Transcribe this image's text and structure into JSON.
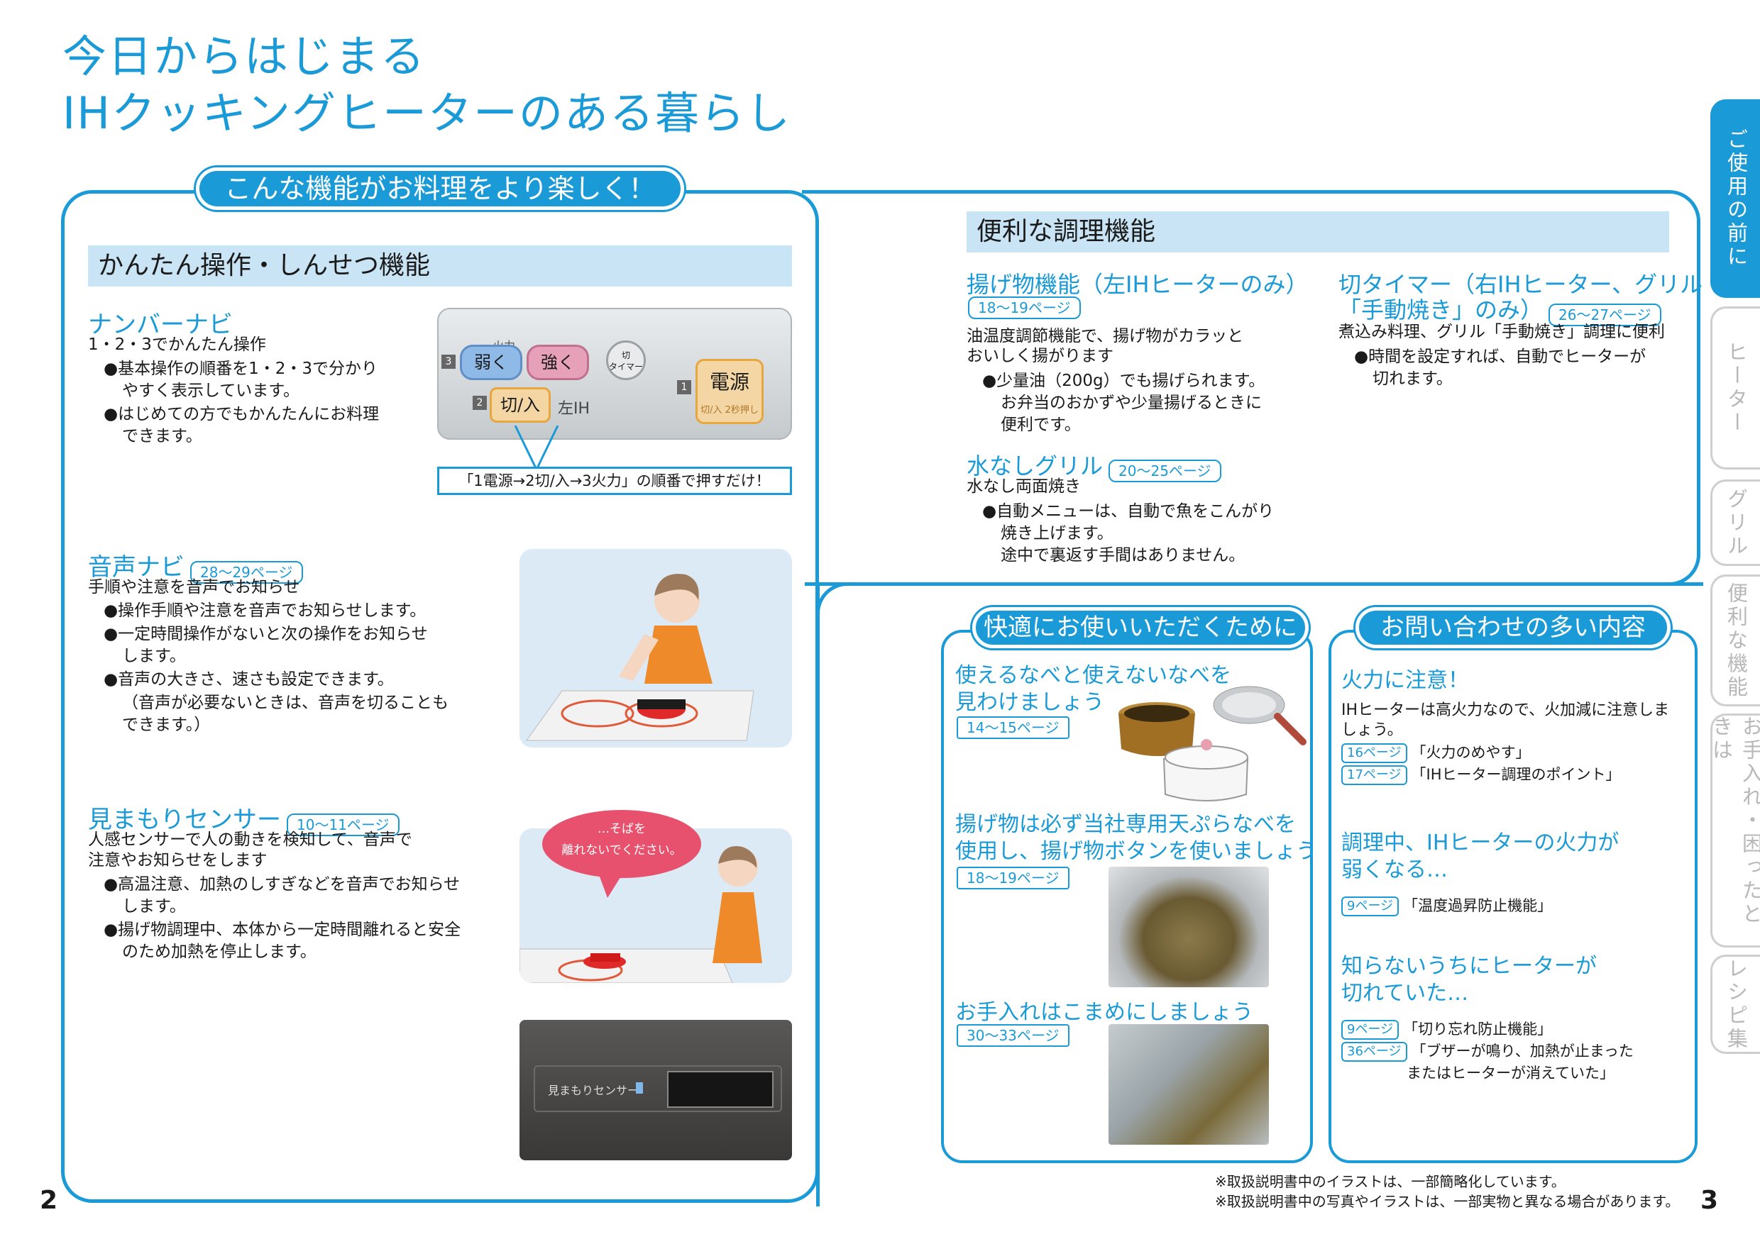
{
  "title_line1": "今日からはじまる",
  "title_line2": "IHクッキングヒーターのある暮らし",
  "banner": "こんな機能がお料理をより楽しく！",
  "left": {
    "section_title": "かんたん操作・しんせつ機能",
    "number_navi": {
      "heading": "ナンバーナビ",
      "lead": "1・2・3でかんたん操作",
      "bullets": [
        "●基本操作の順番を1・2・3で分かり",
        "やすく表示しています。",
        "●はじめての方でもかんたんにお料理",
        "できます。"
      ]
    },
    "panel": {
      "fire_label": "火力",
      "weak": "弱く",
      "strong": "強く",
      "num3": "3",
      "num2": "2",
      "num1": "1",
      "timer": "切\nタイマー",
      "onoff": "切/入",
      "ih_label": "左IH",
      "power": "電源",
      "power_sub": "切/入 2秒押し",
      "callout": "「1電源→2切/入→3火力」の順番で押すだけ！"
    },
    "voice_navi": {
      "heading": "音声ナビ",
      "page": "28〜29ページ",
      "lead": "手順や注意を音声でお知らせ",
      "bullets": [
        "●操作手順や注意を音声でお知らせします。",
        "●一定時間操作がないと次の操作をお知らせ",
        "します。",
        "●音声の大きさ、速さも設定できます。",
        "（音声が必要ないときは、音声を切ることも",
        "できます。）"
      ]
    },
    "sensor": {
      "heading": "見まもりセンサー",
      "page": "10〜11ページ",
      "lead1": "人感センサーで人の動きを検知して、音声で",
      "lead2": "注意やお知らせをします",
      "bullets": [
        "●高温注意、加熱のしすぎなどを音声でお知らせ",
        "します。",
        "●揚げ物調理中、本体から一定時間離れると安全",
        "のため加熱を停止します。"
      ],
      "speech": "…そばを\n離れないでください。",
      "device_label": "見まもりセンサー"
    }
  },
  "right": {
    "section_title": "便利な調理機能",
    "fry": {
      "heading": "揚げ物機能（左IHヒーターのみ）",
      "page": "18〜19ページ",
      "lead1": "油温度調節機能で、揚げ物がカラッと",
      "lead2": "おいしく揚がります",
      "bullets": [
        "●少量油（200g）でも揚げられます。",
        "お弁当のおかずや少量揚げるときに",
        "便利です。"
      ]
    },
    "timer": {
      "heading1": "切タイマー（右IHヒーター、グリル",
      "heading2": "「手動焼き」のみ）",
      "page": "26〜27ページ",
      "lead": "煮込み料理、グリル「手動焼き」調理に便利",
      "bullets": [
        "●時間を設定すれば、自動でヒーターが",
        "切れます。"
      ]
    },
    "grill": {
      "heading": "水なしグリル",
      "page": "20〜25ページ",
      "lead": "水なし両面焼き",
      "bullets": [
        "●自動メニューは、自動で魚をこんがり",
        "焼き上げます。",
        "途中で裏返す手間はありません。"
      ]
    },
    "comfort": {
      "banner": "快適にお使いいただくために",
      "item1_line1": "使えるなべと使えないなべを",
      "item1_line2": "見わけましょう",
      "item1_page": "14〜15ページ",
      "item2_line1": "揚げ物は必ず当社専用天ぷらなべを",
      "item2_line2": "使用し、揚げ物ボタンを使いましょう",
      "item2_page": "18〜19ページ",
      "item3": "お手入れはこまめにしましょう",
      "item3_page": "30〜33ページ"
    },
    "faq": {
      "banner": "お問い合わせの多い内容",
      "q1": "火力に注意！",
      "q1_body1": "IHヒーターは高火力なので、火加減に注意しま",
      "q1_body2": "しょう。",
      "q1_ref1_page": "16ページ",
      "q1_ref1": "「火力のめやす」",
      "q1_ref2_page": "17ページ",
      "q1_ref2": "「IHヒーター調理のポイント」",
      "q2_line1": "調理中、IHヒーターの火力が",
      "q2_line2": "弱くなる…",
      "q2_ref_page": "9ページ",
      "q2_ref": "「温度過昇防止機能」",
      "q3_line1": "知らないうちにヒーターが",
      "q3_line2": "切れていた…",
      "q3_ref1_page": "9ページ",
      "q3_ref1": "「切り忘れ防止機能」",
      "q3_ref2_page": "36ページ",
      "q3_ref2a": "「ブザーが鳴り、加熱が止まった",
      "q3_ref2b": "またはヒーターが消えていた」"
    }
  },
  "footnote1": "※取扱説明書中のイラストは、一部簡略化しています。",
  "footnote2": "※取扱説明書中の写真やイラストは、一部実物と異なる場合があります。",
  "page_left": "2",
  "page_right": "3",
  "tabs": [
    "ご使用の前に",
    "ヒーター",
    "グリル",
    "便利な機能",
    "お手入れ・困ったときは",
    "レシピ集"
  ]
}
